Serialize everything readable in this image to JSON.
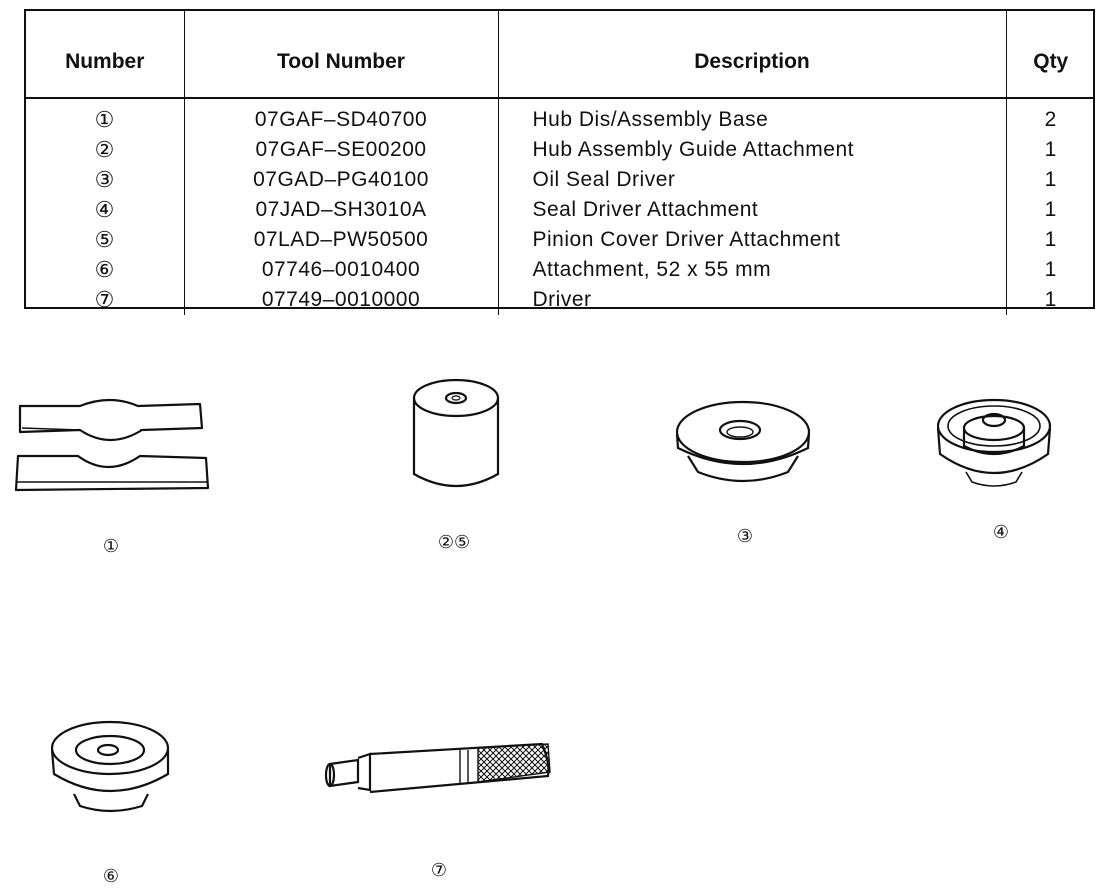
{
  "table": {
    "headers": [
      "Number",
      "Tool Number",
      "Description",
      "Qty"
    ],
    "rows": [
      {
        "number": "①",
        "tool": "07GAF–SD40700",
        "description": "Hub Dis/Assembly Base",
        "qty": "2"
      },
      {
        "number": "②",
        "tool": "07GAF–SE00200",
        "description": "Hub Assembly Guide Attachment",
        "qty": "1"
      },
      {
        "number": "③",
        "tool": "07GAD–PG40100",
        "description": "Oil Seal Driver",
        "qty": "1"
      },
      {
        "number": "④",
        "tool": "07JAD–SH3010A",
        "description": "Seal Driver Attachment",
        "qty": "1"
      },
      {
        "number": "⑤",
        "tool": "07LAD–PW50500",
        "description": "Pinion Cover Driver Attachment",
        "qty": "1"
      },
      {
        "number": "⑥",
        "tool": "07746–0010400",
        "description": "Attachment, 52 x 55 mm",
        "qty": "1"
      },
      {
        "number": "⑦",
        "tool": "07749–0010000",
        "description": "Driver",
        "qty": "1"
      }
    ]
  },
  "figures": {
    "cap1": "①",
    "cap25": "②⑤",
    "cap3": "③",
    "cap4": "④",
    "cap6": "⑥",
    "cap7": "⑦"
  }
}
